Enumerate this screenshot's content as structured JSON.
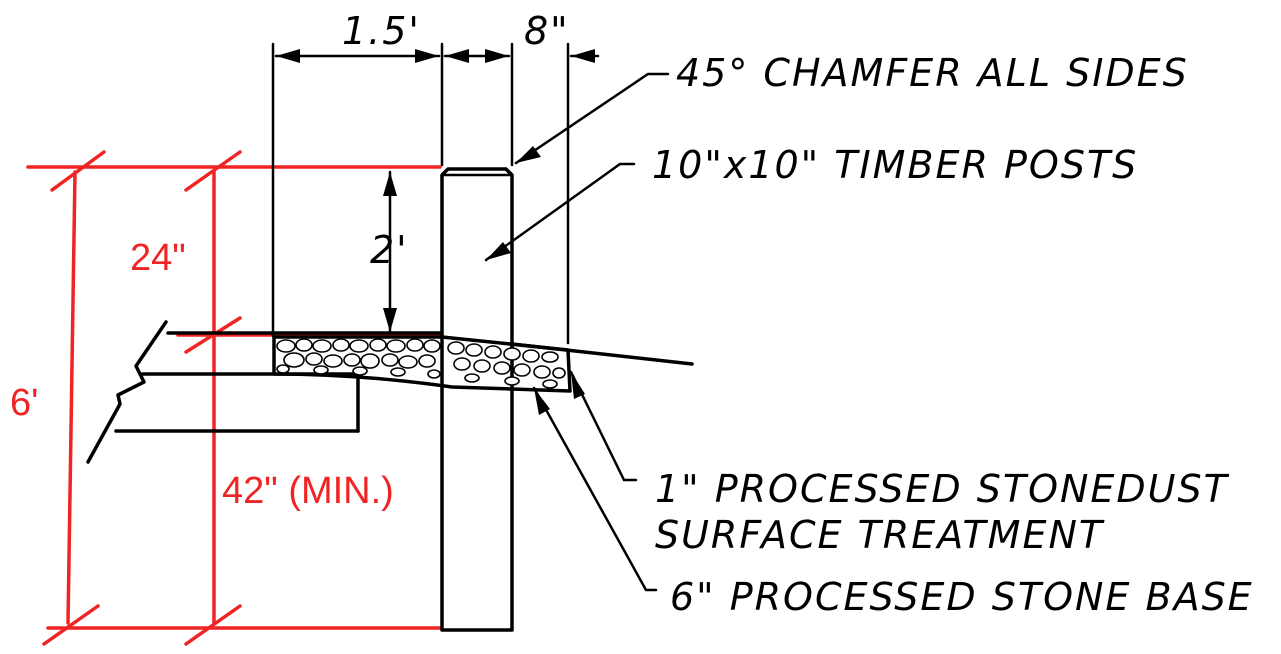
{
  "colors": {
    "line": "#000000",
    "dimension_red": "#f02424",
    "background": "#ffffff"
  },
  "dimensions": {
    "post_offset": "1.5'",
    "post_width": "8\"",
    "post_height_above_grade": "2'",
    "red_upper": "24\"",
    "red_total": "6'",
    "red_embedment": "42\" (MIN.)"
  },
  "callouts": {
    "chamfer": "45° CHAMFER ALL SIDES",
    "posts": "10\"x10\" TIMBER POSTS",
    "stonedust_line1": "1\" PROCESSED STONEDUST",
    "stonedust_line2": "SURFACE TREATMENT",
    "stone_base": "6\" PROCESSED STONE BASE"
  }
}
